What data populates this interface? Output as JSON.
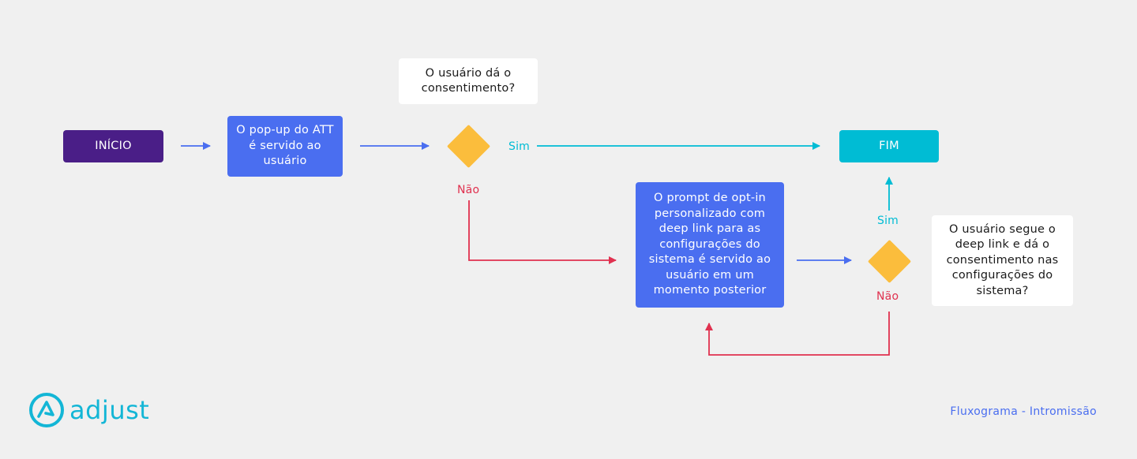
{
  "nodes": {
    "start": "INÍCIO",
    "att_popup": "O pop-up do ATT é servido ao usuário",
    "question_consent": "O usuário dá o consentimento?",
    "end": "FIM",
    "opt_in_prompt": "O prompt de opt-in personalizado com deep link para as configurações do sistema é servido ao usuário em um momento posterior",
    "question_deep_link": "O usuário segue o deep link e dá o consentimento nas configurações do sistema?"
  },
  "branches": {
    "first_yes": "Sim",
    "first_no": "Não",
    "second_yes": "Sim",
    "second_no": "Não"
  },
  "colors": {
    "start": "#4a1e87",
    "process": "#4a6ef0",
    "end": "#00bcd4",
    "decision": "#fbbd3c",
    "yes": "#00bcd4",
    "no": "#e0314f",
    "flow": "#4a6ef0"
  },
  "footer": {
    "logo": "adjust",
    "caption": "Fluxograma - Intromissão"
  }
}
